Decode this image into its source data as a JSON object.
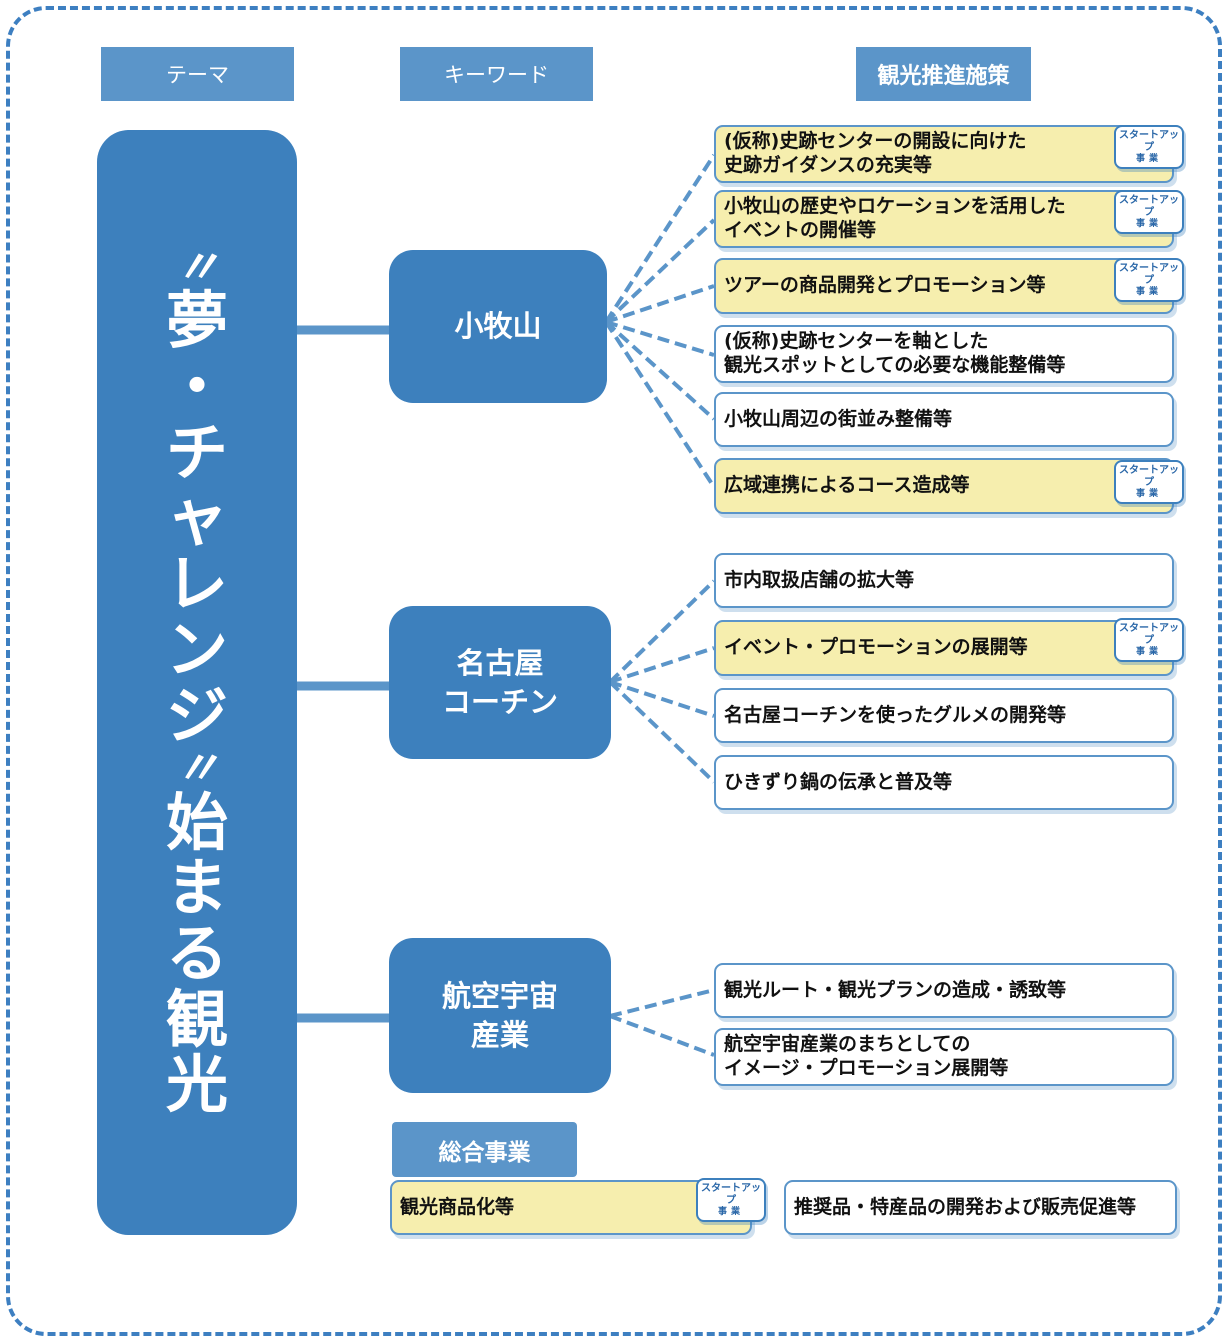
{
  "headers": {
    "theme": "テーマ",
    "keyword": "キーワード",
    "measures": "観光推進施策"
  },
  "theme": {
    "quote_open": "〃",
    "line1": "夢",
    "line2": "・",
    "line3": "チ",
    "line4": "ャ",
    "line5": "レ",
    "line6": "ン",
    "line7": "ジ",
    "quote_close": "〃",
    "line8": "始",
    "line9": "ま",
    "line10": "る",
    "line11": "観",
    "line12": "光"
  },
  "keywords": {
    "komaki": {
      "label": "小牧山",
      "measures": [
        {
          "text": "(仮称)史跡センターの開設に向けた\n史跡ガイダンスの充実等",
          "startup": true
        },
        {
          "text": "小牧山の歴史やロケーションを活用した\nイベントの開催等",
          "startup": true
        },
        {
          "text": "ツアーの商品開発とプロモーション等",
          "startup": true
        },
        {
          "text": "(仮称)史跡センターを軸とした\n観光スポットとしての必要な機能整備等",
          "startup": false
        },
        {
          "text": "小牧山周辺の街並み整備等",
          "startup": false
        },
        {
          "text": "広域連携によるコース造成等",
          "startup": true
        }
      ]
    },
    "cochin": {
      "label_line1": "名古屋",
      "label_line2": "コーチン",
      "measures": [
        {
          "text": "市内取扱店舗の拡大等",
          "startup": false
        },
        {
          "text": "イベント・プロモーションの展開等",
          "startup": true
        },
        {
          "text": "名古屋コーチンを使ったグルメの開発等",
          "startup": false
        },
        {
          "text": "ひきずり鍋の伝承と普及等",
          "startup": false
        }
      ]
    },
    "aerospace": {
      "label_line1": "航空宇宙",
      "label_line2": "産業",
      "measures": [
        {
          "text": "観光ルート・観光プランの造成・誘致等",
          "startup": false
        },
        {
          "text": "航空宇宙産業のまちとしての\nイメージ・プロモーション展開等",
          "startup": false
        }
      ]
    }
  },
  "general": {
    "label": "総合事業",
    "measures": [
      {
        "text": "観光商品化等",
        "startup": true
      },
      {
        "text": "推奨品・特産品の開発および販売促進等",
        "startup": false
      }
    ]
  },
  "badge": {
    "line1": "スタートアップ",
    "line2": "事業"
  },
  "colors": {
    "primary_blue": "#3d80bd",
    "header_blue": "#5b95c9",
    "highlight_yellow": "#f6eeae",
    "frame_dash": "#3d7fc1"
  }
}
